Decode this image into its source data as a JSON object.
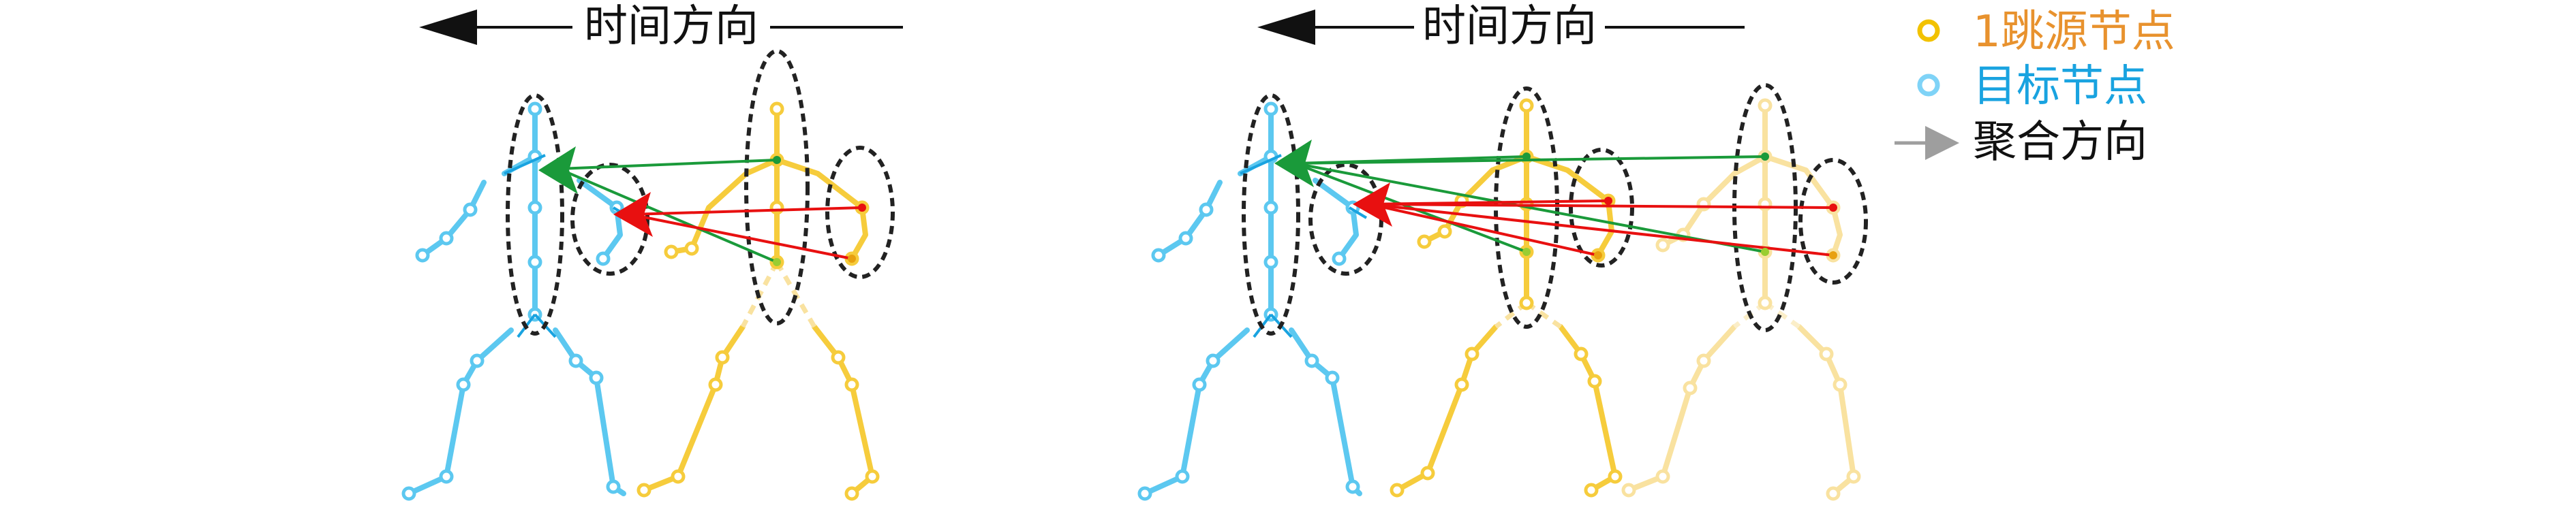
{
  "panels": [
    {
      "title": "时间方向"
    },
    {
      "title": "时间方向"
    }
  ],
  "legend": {
    "items": [
      {
        "label": "1跳源节点",
        "icon": "yellow-circle-icon",
        "color": "#e8922e",
        "marker_color": "#f2c200"
      },
      {
        "label": "目标节点",
        "icon": "blue-circle-icon",
        "color": "#19a3e0",
        "marker_color": "#7fd3f7"
      },
      {
        "label": "聚合方向",
        "icon": "gray-arrow-icon",
        "color": "#111111",
        "marker_color": "#9e9e9e"
      }
    ]
  },
  "colors": {
    "target_skeleton": "#5cc8f0",
    "source_skeleton": "#f6cc3c",
    "source_skeleton_faded": "#f9e2a0",
    "edge_green": "#1a9a3a",
    "edge_red": "#e81010",
    "ellipse": "#222222"
  }
}
